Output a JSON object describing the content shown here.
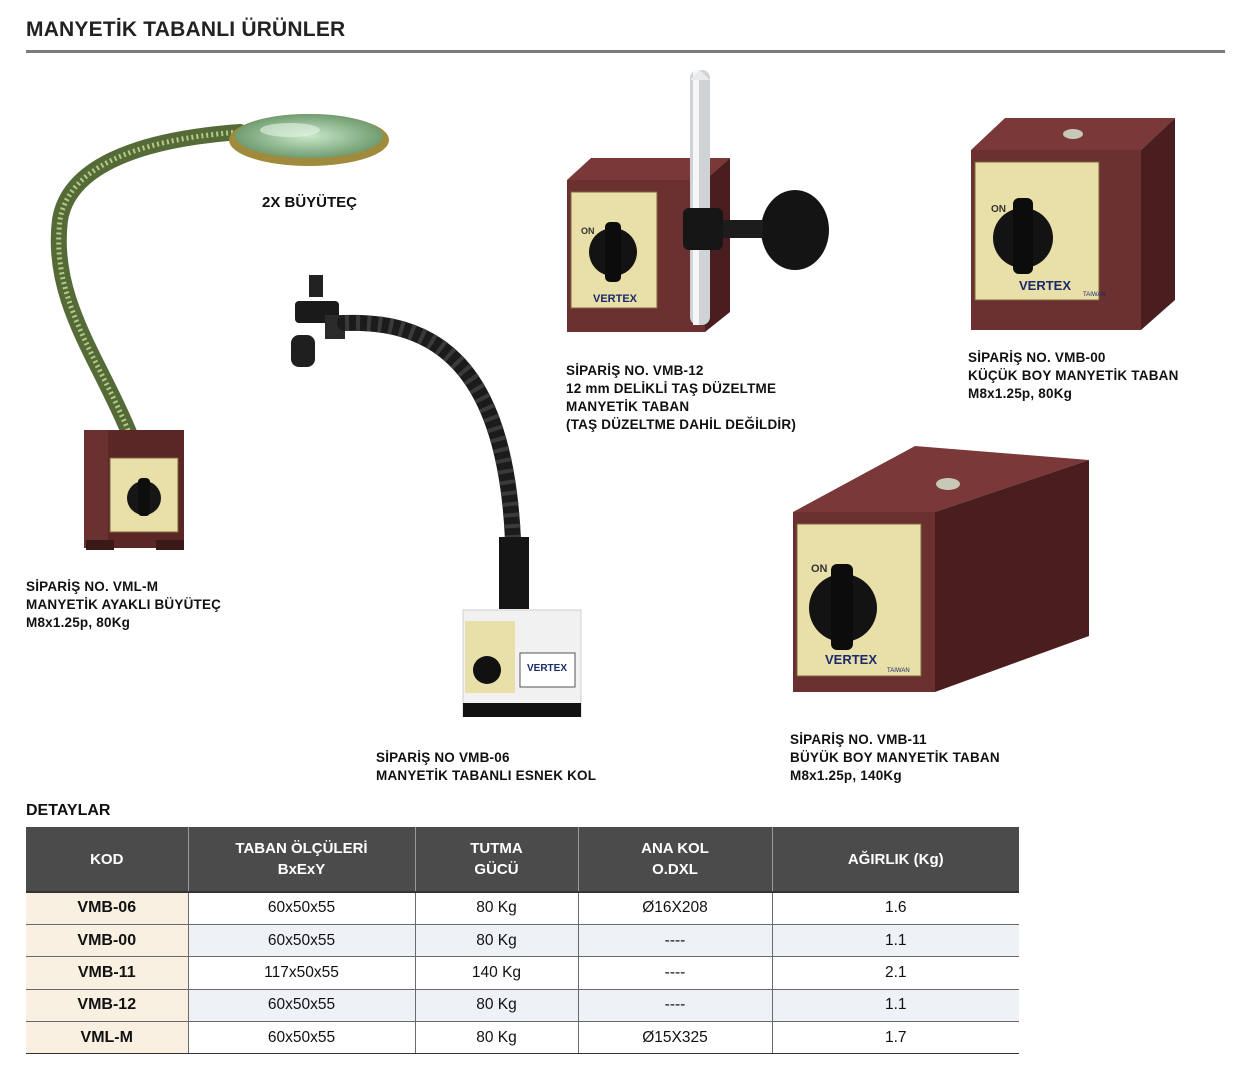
{
  "page": {
    "title": "MANYETİK TABANLI ÜRÜNLER",
    "magnifier_label": "2X BÜYÜTEÇ",
    "details_title": "DETAYLAR"
  },
  "products": {
    "vml_m": [
      "SİPARİŞ NO. VML-M",
      "MANYETİK AYAKLI BÜYÜTEÇ",
      "M8x1.25p, 80Kg"
    ],
    "vmb_06": [
      "SİPARİŞ NO VMB-06",
      "MANYETİK TABANLI ESNEK KOL"
    ],
    "vmb_12": [
      "SİPARİŞ NO. VMB-12",
      "12 mm DELİKLİ TAŞ DÜZELTME",
      "MANYETİK TABAN",
      "(TAŞ DÜZELTME DAHİL DEĞİLDİR)"
    ],
    "vmb_00": [
      "SİPARİŞ NO. VMB-00",
      "KÜÇÜK BOY MANYETİK TABAN",
      "M8x1.25p, 80Kg"
    ],
    "vmb_11": [
      "SİPARİŞ NO. VMB-11",
      "BÜYÜK BOY MANYETİK TABAN",
      "M8x1.25p, 140Kg"
    ]
  },
  "brand": {
    "logo_text": "VERTEX",
    "origin": "TAIWAN",
    "switch_label": "ON"
  },
  "table": {
    "headers": [
      [
        "KOD"
      ],
      [
        "TABAN ÖLÇÜLERİ",
        "BxExY"
      ],
      [
        "TUTMA",
        "GÜCÜ"
      ],
      [
        "ANA KOL",
        "O.DXL"
      ],
      [
        "AĞIRLIK (Kg)"
      ]
    ],
    "rows": [
      [
        "VMB-06",
        "60x50x55",
        "80 Kg",
        "Ø16X208",
        "1.6"
      ],
      [
        "VMB-00",
        "60x50x55",
        "80 Kg",
        "----",
        "1.1"
      ],
      [
        "VMB-11",
        "117x50x55",
        "140 Kg",
        "----",
        "2.1"
      ],
      [
        "VMB-12",
        "60x50x55",
        "80 Kg",
        "----",
        "1.1"
      ],
      [
        "VML-M",
        "60x50x55",
        "80 Kg",
        "Ø15X325",
        "1.7"
      ]
    ]
  },
  "colors": {
    "magnet_body": "#6b3030",
    "magnet_dark": "#4a1e1e",
    "plate": "#e9dfa8",
    "header_bg": "#4b4b4b",
    "code_bg": "#faf0e2",
    "alt_row_bg": "#eef2f7"
  }
}
